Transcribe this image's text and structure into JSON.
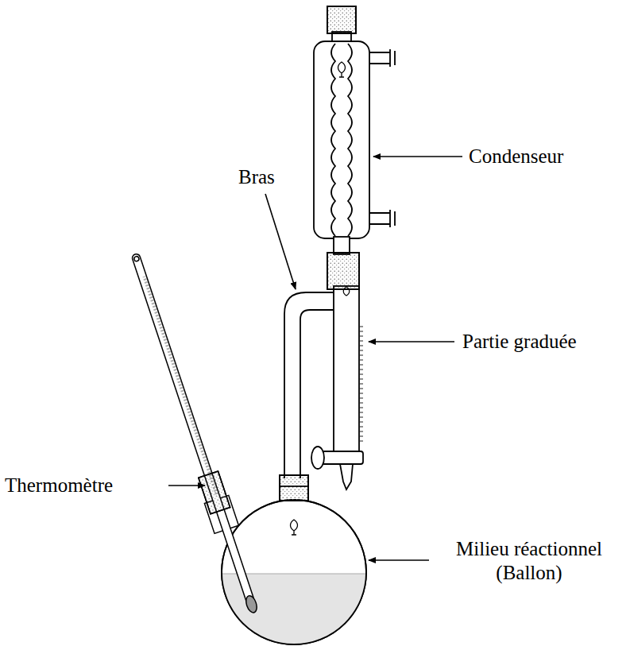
{
  "diagram": {
    "labels": [
      "Condenseur",
      "Bras",
      "Partie graduée",
      "Thermomètre",
      "Milieu réactionnel (Ballon)"
    ]
  }
}
